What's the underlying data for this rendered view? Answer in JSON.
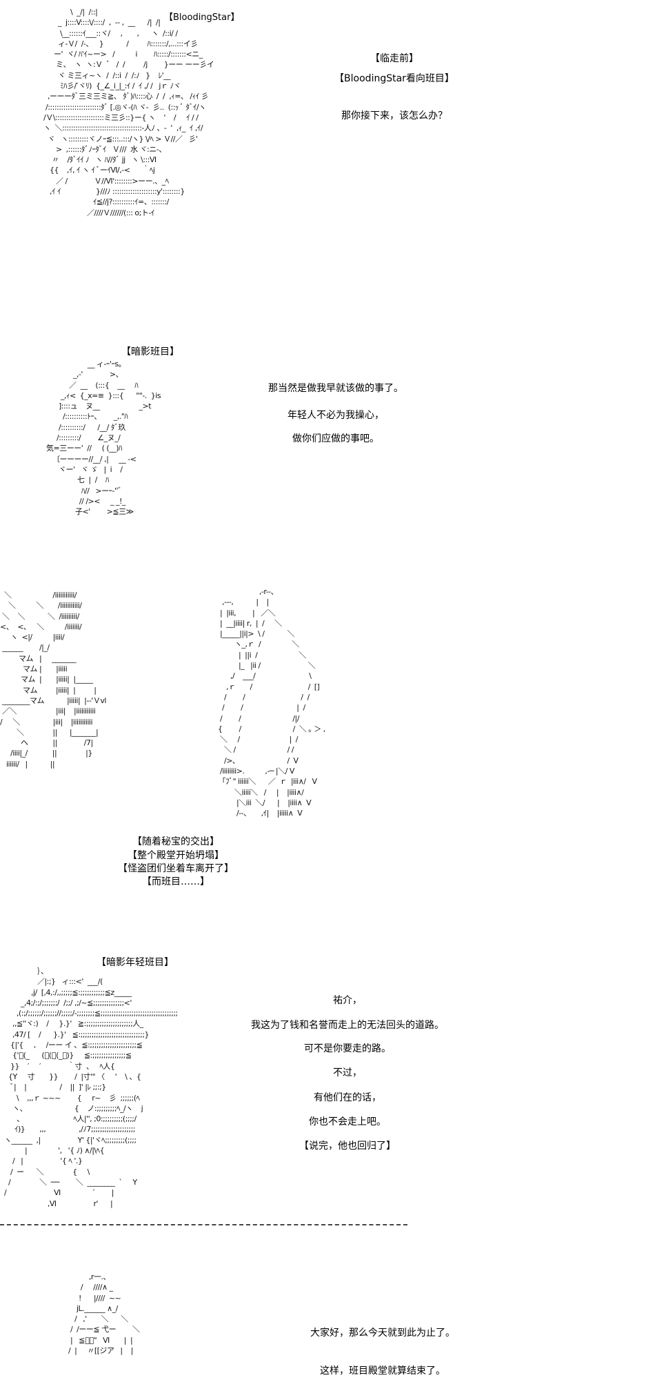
{
  "scene1": {
    "caption": "【BloodingStar】",
    "lines": [
      "【临走前】",
      "【BloodingStar看向班目】",
      "那你接下来，该怎么办？"
    ],
    "art": "              \\  _/|  /::|\n        _  j::::V::::\\/::::/  ,  -- ,  __      /|  /|\n         \\__::::::ｲ___::ヾ/     ,       ,      ヽ  /::i/ /\n        ィ-Ｖ/  /-、   }           /         ﾊ:::::::/,...:::イ彡\n      ー'  ヾ/ ﾊ'ｲ~ー>   /          i        ﾊ:::::/:::::::<ニ_\n       ミ、  ヽ  ヽ:Ｖ  ﾞ   /  /         /j        }ーー ーー彡イ\n        ヾ ミ三ィ~ヽ  /  /::i  /  /:ﾉ   }    ﾚ'__\n         ﾐﾊ彡/ ̄ヾﾘ)  {_∠_i_|_:ｲ /  ｲ ,/ /   jｒ ﾉヾ\n   ,ーーーﾀﾞ三ミ三ミ≧、 ﾀﾞ)ﾊ::::心  /  /  ,ｨ=、 /ｨｲ 彡\n  /::::::::::::::::::::::::ﾀﾞ [.◎ヾ-(ﾊ ヾ-  彡..  (::ｯ ﾞ ﾀﾞｲ/ヽ\n /Ｖ\\::::::::::::::::::::::ミ三彡::}ー{ ヽ    '    /     ｲ / /\n ヽ  ＼::::::::::::::::::::::::::::::::::::-人ﾉ 、-  '  ,ｨ_  ｲ ,ｲ/\n   ヾ   ヽ:::::::::ヾノｰ≦:::..:::/ヽ} \\/ﾍ > Ｖ//／   彡'\n       >  ,::::::ﾀﾞﾉｰﾀﾞｲ   Ｖ///  水 ヾ:ニ-、\n     〃    /ﾀﾞｲｲ ﾉ   ヽ ﾊ//ﾀﾞ jj   ヽ \\:::Ⅵ\n    {{    ,ｲ, ｲ ヽ ｲ ﾞーｲⅥ/,-<      ｀ﾍj\n       ／ /             Ｖ//Ⅵ'::::::::>ーー.、_ﾍ\n    ,ｲ ｲ                 }///ﾉ ::::::::::::::::::::y'::::::::}\n                         ｲ≦//j?::::::::::ｲ=、:::::::/\n                      ／////Ｖ//////(::: o;ト-ｲ"
  },
  "scene2": {
    "caption": "【暗影班目】",
    "lines": [
      "那当然是做我早就该做的事了。",
      "年轻人不必为我操心，",
      "做你们应做的事吧。"
    ],
    "art": "                        __ ィ-ｰ'ｰs。\n                 _,-'             >、\n               ／  __    (:::{    __     ﾊ\n           _,ｨ<  {_x=≡  }:::{      \"\"-.  }is\n          ]::::ュ    ヌ__                   _>t\n            /::::::::::ﾄｰ、      _,.\"ﾊ\n          /::::::::::/      /__/ ﾀﾞ玖\n         /:::::::::/        ∠_ヌ_/\n    気=三ーー'  //     ( (__)ﾊ\n       〔ーーーー//__/ ,|     __ -<\n          ヾー'   ヾ ゞ   |  i    /\n                   七  |  /    ﾊ\n                     ﾊ//   >ーｰ-''ﾞ\n                    // /><     _ _!_\n                  子<'        >≦三≫"
  },
  "scene3": {
    "lines": [
      "【随着秘宝的交出】",
      "【整个殿堂开始坍塌】",
      "【怪盗团们坐着车离开了】",
      "【而班目……】"
    ],
    "art_left": "  ＼                    /iiiiiiiiiii/\n    ＼          ＼       /iiiiiiiiiii/\n ＼    ＼           ＼  /iiiiiiiii/\n<、  <、   ＼          /iiiiiii/\n     ヽ  <|/          |iiii/\n ______        /|_/\n         マム   |     _______\n           マム |       |iiiii\n          マム  |       |iiiii|  |_____\n           マム         |iiiii|  |         |\n ________マム           |iiiii|  |--'Ｖvl\n ／＼                   |iii|    |iiiiiiiiiii\n/     ＼                |iii|    |iiiiiiiiiii\n        ＼              ||      |_______|\n          ヘ            ||             /7|\n     /iiii|_/            ||              |}\n   iiiiii/   |           ||",
    "art_right": "                      ,-r--、\n    ,---,           |    |\n   |  |iii,        |   ／＼\n   |  __|iiii| r,  |  /     ＼\n   |_____||i|>  \\ /           ＼\n          ヽ_,ｒ  /               ＼\n            |  ||i  /                    ＼\n            |_   |ii /                       ＼\n        ,/    ___/                          \\\n      ,ｒ       /                           /  []\n     /        /                           /  /\n    /        /                          |  /\n   /        /                         /|/\n  {        /                         /  ＼ ｡ ＞ ,\n   ＼     /                        |  /\n     ＼ /                         / /\n     />、                       /  V\n   /iiiiiiii>.          ,-─ |＼/ V\n    ｢ﾌﾞ\" iiiiii＼      ／  ｒ  |iii∧/   V\n          ＼iiiii＼   /     |    |iiii∧/\n           |＼iii  ＼/      |    |iiii∧  V\n           /--、     ,ｲ|    |iiiii∧  V"
  },
  "scene4": {
    "caption": "【暗影年轻班目】",
    "lines": [
      "祐介，",
      "我这为了钱和名誉而走上的无法回头的道路。",
      "可不是你要走的路。",
      "不过，",
      "有他们在的话，",
      "你也不会走上吧。",
      "【说完，他也回归了】"
    ],
    "art": "                  ｝、\n                  ／|:;}   ィ:::<'  ___/(\n               ,j/  [,4,:/,,;;;;;≦:;;;;;;;;;;;≦z_____\n          _,4;/:;/;;;;;;;/  /;;/ ,;/~≦;;;;;;;;;;;;;;<'\n        ,(:;/;;;;;;/;;;;;;//;;;;;/-;;;;;;;;≦;;;;;;;;;;;;;;;;;;;;;;;;;;;;;;;;;;;\n      ,,≦''ヾ:)    /     }.}'   ≧:;;;;;;;;;;;;;;;;;;;;;人_\n      ,47/ [    /      }.}'   ≦:;;;;;;;;;;;;;;;;;;;;;;;;;;;;;}\n     {|'{     ,     /ーー イ ､  ≦:;;;;;;;;;;;;;;;;;;;;;≦\n      {'ﾞ(_      (ﾞ(ﾞ(_ﾞ)}     ≦:;;;;;;;;;;;;;;;≦\n     }}    ′     ′             ｀寸  、   ﾍ人{\n    {Y     寸       }}        /  |寸'\" 〈     '    \\ 、{\n     ﾞ|    |                /    ||  ]' |ﾚ ;;:;}\n        \\    ,,,ｒ ~~~        {     r~    彡  ;;;;;;(ﾍ\n      ヽ、                       {    ノ:;;;;;;;;;ﾍ_/ヽ    j\n        、                        ﾍ人|'', ;0:;;;;;;;;;(;;;;/\n       ｲ)}       ,,,                ,/ﾉ7;;;;;;;;;;;;;;;;;;;;\n  ヽ______  ,|                  Y' {|'ヾﾍ;;;;;;;;;(;;;;\n            |               ',   '{ ﾉ) ∧/|\\ﾍ{\n      /   |                  '{ ﾍ '.}\n     /  ー      ＼              {     \\\n    /              ＼  ──        ＼  ________  `     Y\n  /                       Ⅵ               ´        |\n                       ,Ⅵ                  r'      |"
  },
  "scene5": {
    "lines": [
      "大家好，那么今天就到此为止了。",
      "这样，班目殿堂就算结束了。"
    ],
    "art": "                       ,r一.、\n                   /     ////∧ _\n                  !      |////  ~~\n                 jL.______ ∧_/\n                /   ,'       ＼      ＼\n              /  /ーー≦ 弋ー        ＼\n              |   ≦ﾞー\"   Ⅵ       |  |\n             /  |     〃[[ジア   |    |"
  }
}
